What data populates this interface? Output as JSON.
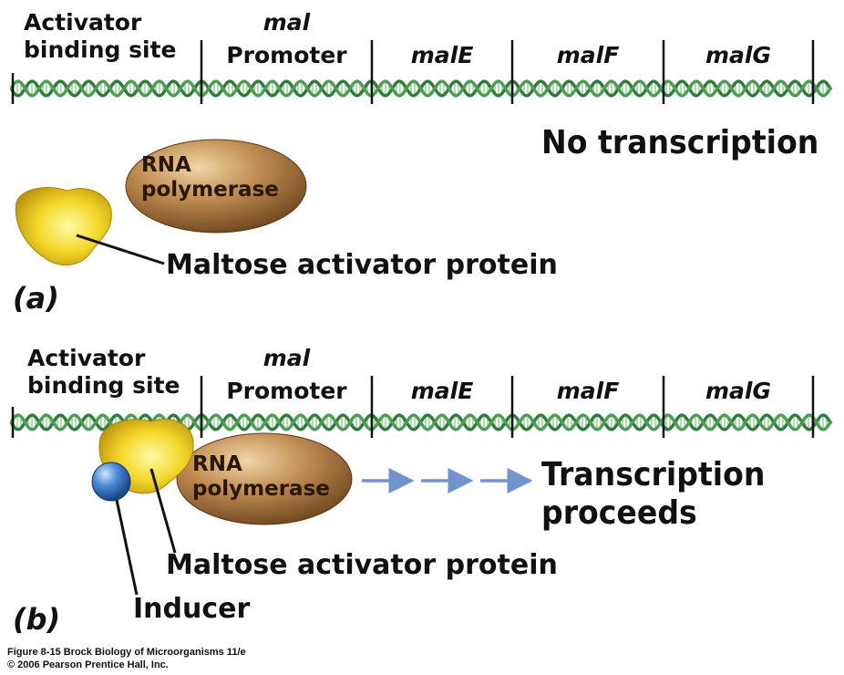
{
  "panel_a": {
    "label": "(a)",
    "segments": {
      "activator_line1": "Activator",
      "activator_line2": "binding site",
      "mal": "mal",
      "promoter": "Promoter",
      "malE": "malE",
      "malF": "malF",
      "malG": "malG"
    },
    "rna_polymerase_line1": "RNA",
    "rna_polymerase_line2": "polymerase",
    "activator_protein_label": "Maltose activator protein",
    "outcome": "No transcription"
  },
  "panel_b": {
    "label": "(b)",
    "segments": {
      "activator_line1": "Activator",
      "activator_line2": "binding site",
      "mal": "mal",
      "promoter": "Promoter",
      "malE": "malE",
      "malF": "malF",
      "malG": "malG"
    },
    "rna_polymerase_line1": "RNA",
    "rna_polymerase_line2": "polymerase",
    "activator_protein_label": "Maltose activator protein",
    "inducer_label": "Inducer",
    "outcome_line1": "Transcription",
    "outcome_line2": "proceeds"
  },
  "credit": {
    "line1": "Figure 8-15 Brock Biology of Microorganisms 11/e",
    "line2": "© 2006 Pearson Prentice Hall, Inc."
  },
  "colors": {
    "dna_dark": "#2f7a3c",
    "dna_light": "#9ed69a",
    "polymerase": "#a8743a",
    "activator": "#f2d21e",
    "inducer": "#3f7fcf",
    "arrow": "#7393cf"
  }
}
